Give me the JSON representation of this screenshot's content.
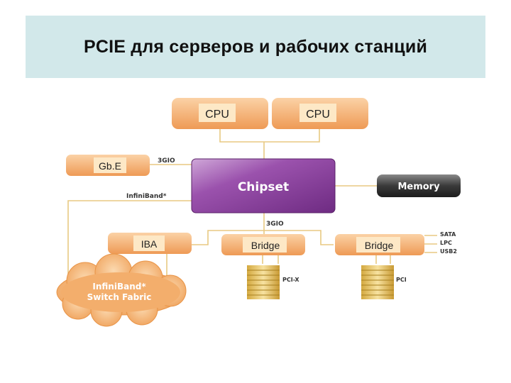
{
  "header": {
    "title": "PCIE для серверов и рабочих станций"
  },
  "diagram": {
    "cpu_left": "CPU",
    "cpu_right": "CPU",
    "gbe": "Gb.E",
    "gbe_link": "3GIO",
    "infiniband_link": "InfiniBand*",
    "chipset": "Chipset",
    "memory": "Memory",
    "bus_link": "3GIO",
    "iba": "IBA",
    "bridge_left": "Bridge",
    "bridge_right": "Bridge",
    "io_sata": "SATA",
    "io_lpc": "LPC",
    "io_usb": "USB2",
    "slot_left": "PCI-X",
    "slot_right": "PCI",
    "cloud_line1": "InfiniBand*",
    "cloud_line2": "Switch Fabric"
  },
  "colors": {
    "title_bg": "#d2e8ea",
    "orange_box": "#f6b678",
    "orange_label": "#fde8c6",
    "chipset": "#8c3e9e",
    "memory": "#3a3a3a",
    "connector": "#e8c982",
    "slot": "#e6c46a"
  }
}
